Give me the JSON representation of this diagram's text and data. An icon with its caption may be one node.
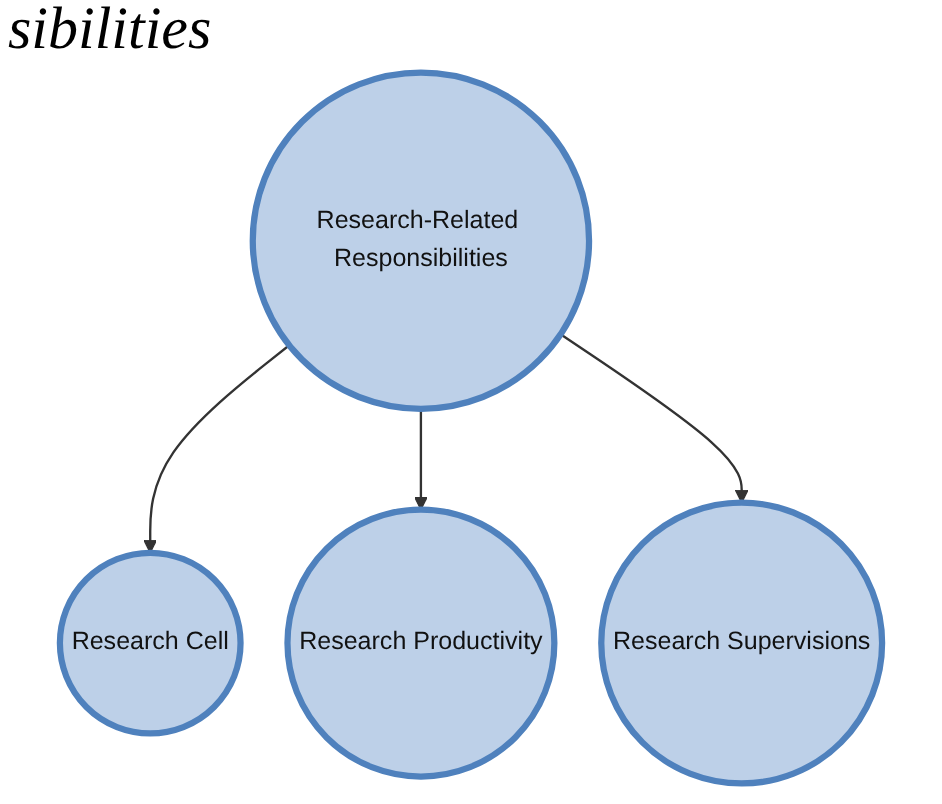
{
  "diagram": {
    "title": "sibilities",
    "nodes": [
      {
        "text": [
          "Research-Related Responsibilities"
        ]
      },
      {
        "text": [
          "Research Cell"
        ]
      },
      {
        "text": [
          "Research Productivity"
        ]
      },
      {
        "text": [
          "Research Supervisions"
        ]
      }
    ],
    "edges": [
      {
        "from": 0,
        "to": 1,
        "arrow": "to"
      },
      {
        "from": 0,
        "to": 2,
        "arrow": "to"
      },
      {
        "from": 0,
        "to": 3,
        "arrow": "to"
      }
    ]
  }
}
